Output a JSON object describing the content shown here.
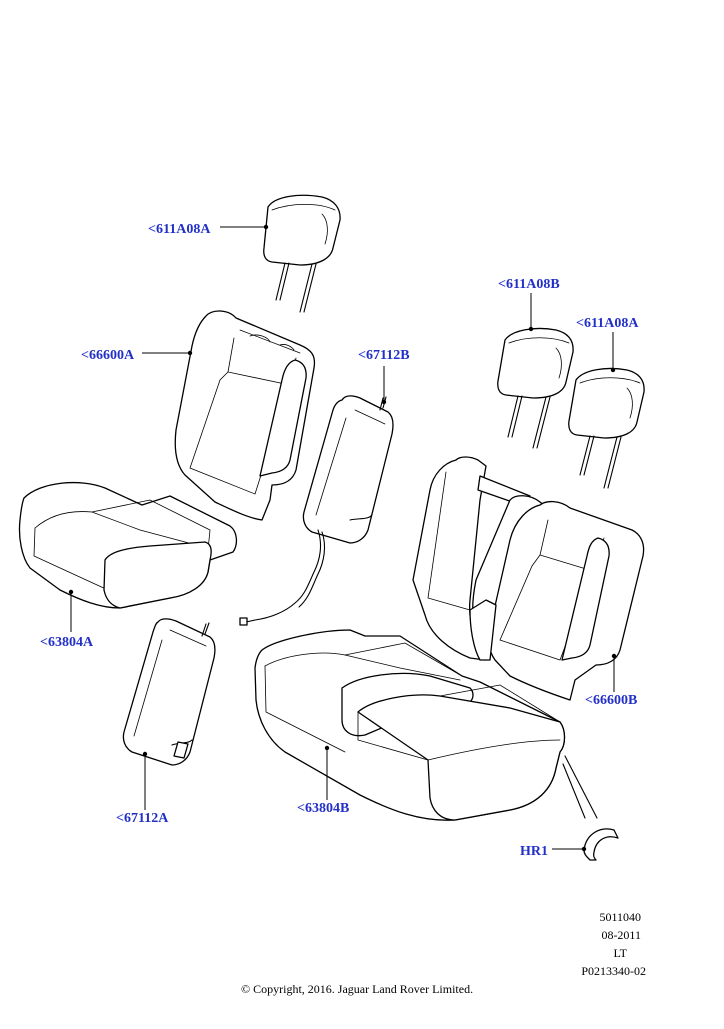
{
  "diagram": {
    "callouts": [
      {
        "id": "headrest-a",
        "text": "<611A08A"
      },
      {
        "id": "backrest-a",
        "text": "<66600A"
      },
      {
        "id": "armrest-b",
        "text": "<67112B"
      },
      {
        "id": "headrest-b",
        "text": "<611A08B"
      },
      {
        "id": "headrest-a2",
        "text": "<611A08A"
      },
      {
        "id": "cushion-a",
        "text": "<63804A"
      },
      {
        "id": "backrest-b",
        "text": "<66600B"
      },
      {
        "id": "armrest-a",
        "text": "<67112A"
      },
      {
        "id": "cushion-b",
        "text": "<63804B"
      },
      {
        "id": "hook-ring",
        "text": "HR1"
      }
    ],
    "label_color": "#2330c8",
    "ref_block": [
      "5011040",
      "08-2011",
      "LT",
      "P0213340-02"
    ],
    "copyright": "© Copyright, 2016. Jaguar Land Rover Limited."
  }
}
